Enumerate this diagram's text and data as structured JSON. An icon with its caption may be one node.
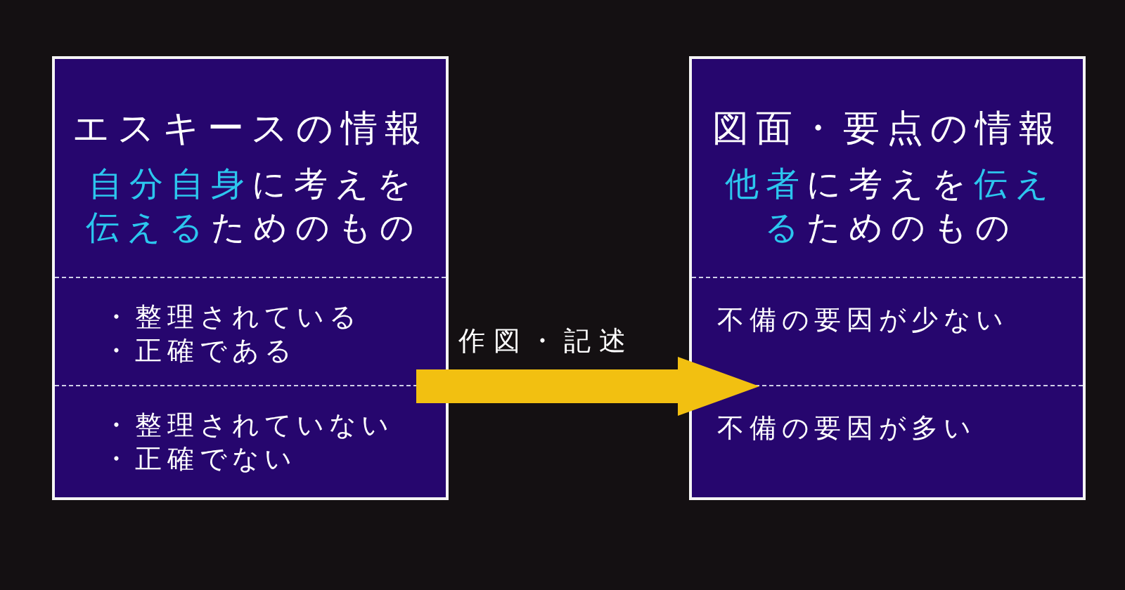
{
  "diagram": {
    "nodes": [
      {
        "text": [
          "エスキースの情報",
          "**自分自身**に考えを**伝える**ためのもの"
        ]
      },
      {
        "text": [
          "・整理されている",
          "・正確である"
        ],
        "in": 0
      },
      {
        "text": [
          "・整理されていない",
          "・正確でない"
        ],
        "in": 0
      },
      {
        "text": [
          "図面・要点の情報",
          "**他者**に考えを**伝える**ためのもの"
        ]
      },
      {
        "text": [
          "不備の要因が少ない"
        ],
        "in": 3
      },
      {
        "text": [
          "不備の要因が多い"
        ],
        "in": 3
      }
    ],
    "edges": [
      {
        "from": 0,
        "to": 3,
        "arrow": "to",
        "label": "作図・記述",
        "color": "#f2c011",
        "style": "thick"
      }
    ]
  }
}
